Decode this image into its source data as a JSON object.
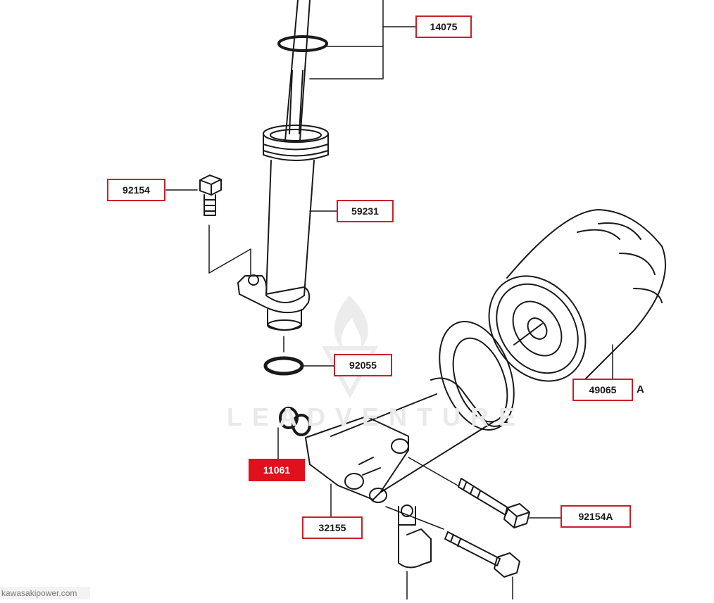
{
  "diagram": {
    "callouts": [
      {
        "id": "c14075",
        "label": "14075",
        "active": false
      },
      {
        "id": "c92154",
        "label": "92154",
        "active": false
      },
      {
        "id": "c59231",
        "label": "59231",
        "active": false
      },
      {
        "id": "c92055",
        "label": "92055",
        "active": false
      },
      {
        "id": "c49065",
        "label": "49065",
        "active": false
      },
      {
        "id": "c11061",
        "label": "11061",
        "active": true
      },
      {
        "id": "c32155",
        "label": "32155",
        "active": false
      },
      {
        "id": "c92154A",
        "label": "92154A",
        "active": false
      }
    ],
    "suffix_A": "A",
    "highlight_color": "#e0101c",
    "border_color": "#c8202a"
  },
  "watermark": {
    "text": "LEADVENTURE"
  },
  "footer": {
    "site": "kawasakipower.com"
  }
}
